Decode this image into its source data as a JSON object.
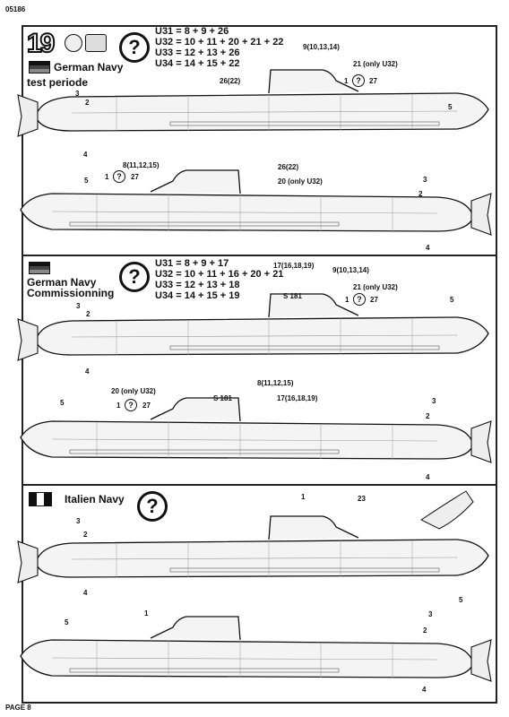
{
  "header": {
    "code": "05186",
    "step": "19"
  },
  "footer": {
    "page": "PAGE 8"
  },
  "sections": [
    {
      "title": "German Navy",
      "subtitle": "test periode",
      "formulas": [
        "U31 = 8 + 9 + 26",
        "U32 = 10 + 11 + 20 + 21 + 22",
        "U33 = 12 + 13 + 26",
        "U34 = 14 + 15 + 22"
      ],
      "labels": [
        "9(10,13,14)",
        "21 (only U32)",
        "26(22)",
        "27",
        "1",
        "3",
        "2",
        "4",
        "5",
        "8(11,12,15)",
        "26(22)",
        "20 (only U32)",
        "1",
        "27",
        "5",
        "3",
        "2",
        "4"
      ]
    },
    {
      "title": "German Navy",
      "title2": "Commissionning",
      "formulas": [
        "U31 = 8 + 9 + 17",
        "U32 = 10 + 11 + 16 + 20 + 21",
        "U33 = 12 + 13 + 18",
        "U34 = 14 + 15 + 19"
      ],
      "labels": [
        "17(16,18,19)",
        "9(10,13,14)",
        "21 (only U32)",
        "S 181",
        "27",
        "1",
        "3",
        "2",
        "4",
        "5",
        "8(11,12,15)",
        "20 (only U32)",
        "S 181",
        "17(16,18,19)",
        "1",
        "27",
        "5",
        "3",
        "2",
        "4"
      ]
    },
    {
      "title": "Italien Navy",
      "labels": [
        "1",
        "23",
        "3",
        "2",
        "4",
        "5",
        "1",
        "5",
        "3",
        "2",
        "4"
      ]
    }
  ],
  "icons": {
    "question": "?"
  }
}
